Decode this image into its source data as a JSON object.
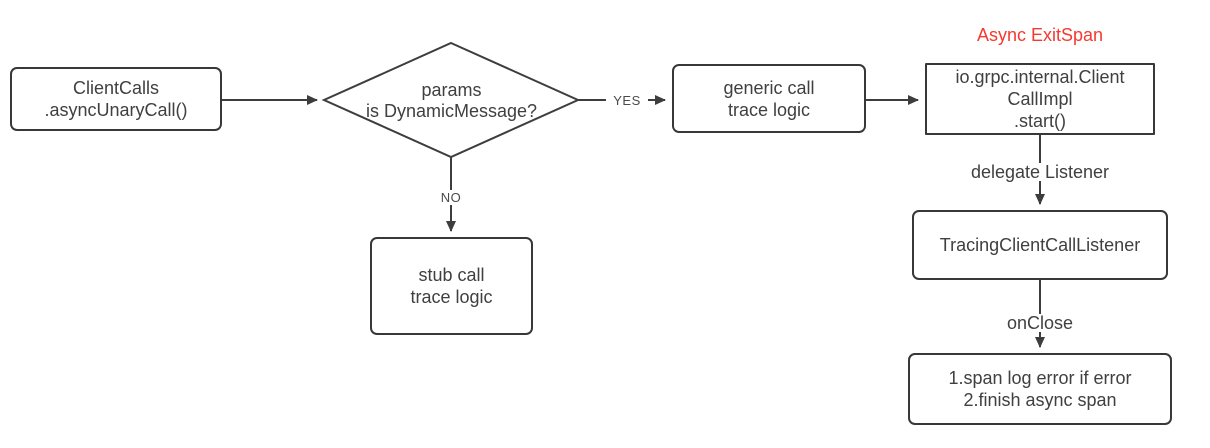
{
  "colors": {
    "line": "#3d3d3d",
    "border": "#383838",
    "text": "#404040",
    "accent_red": "#f5392f",
    "background": "#ffffff"
  },
  "annotation": {
    "async_exit_span": "Async ExitSpan"
  },
  "nodes": {
    "client_calls": {
      "label": "ClientCalls\n.asyncUnaryCall()"
    },
    "decision": {
      "label": "params\nis DynamicMessage?"
    },
    "stub_call": {
      "label": "stub call\ntrace logic"
    },
    "generic_call": {
      "label": "generic call\ntrace logic"
    },
    "grpc_client_call_impl": {
      "label": "io.grpc.internal.Client\nCallImpl\n.start()"
    },
    "tracing_client_call_listener": {
      "label": "TracingClientCallListener"
    },
    "on_close_actions": {
      "label": "1.span log error if error\n2.finish async span"
    }
  },
  "edge_labels": {
    "yes": "YES",
    "no": "NO",
    "delegate_listener": "delegate Listener",
    "on_close": "onClose"
  }
}
